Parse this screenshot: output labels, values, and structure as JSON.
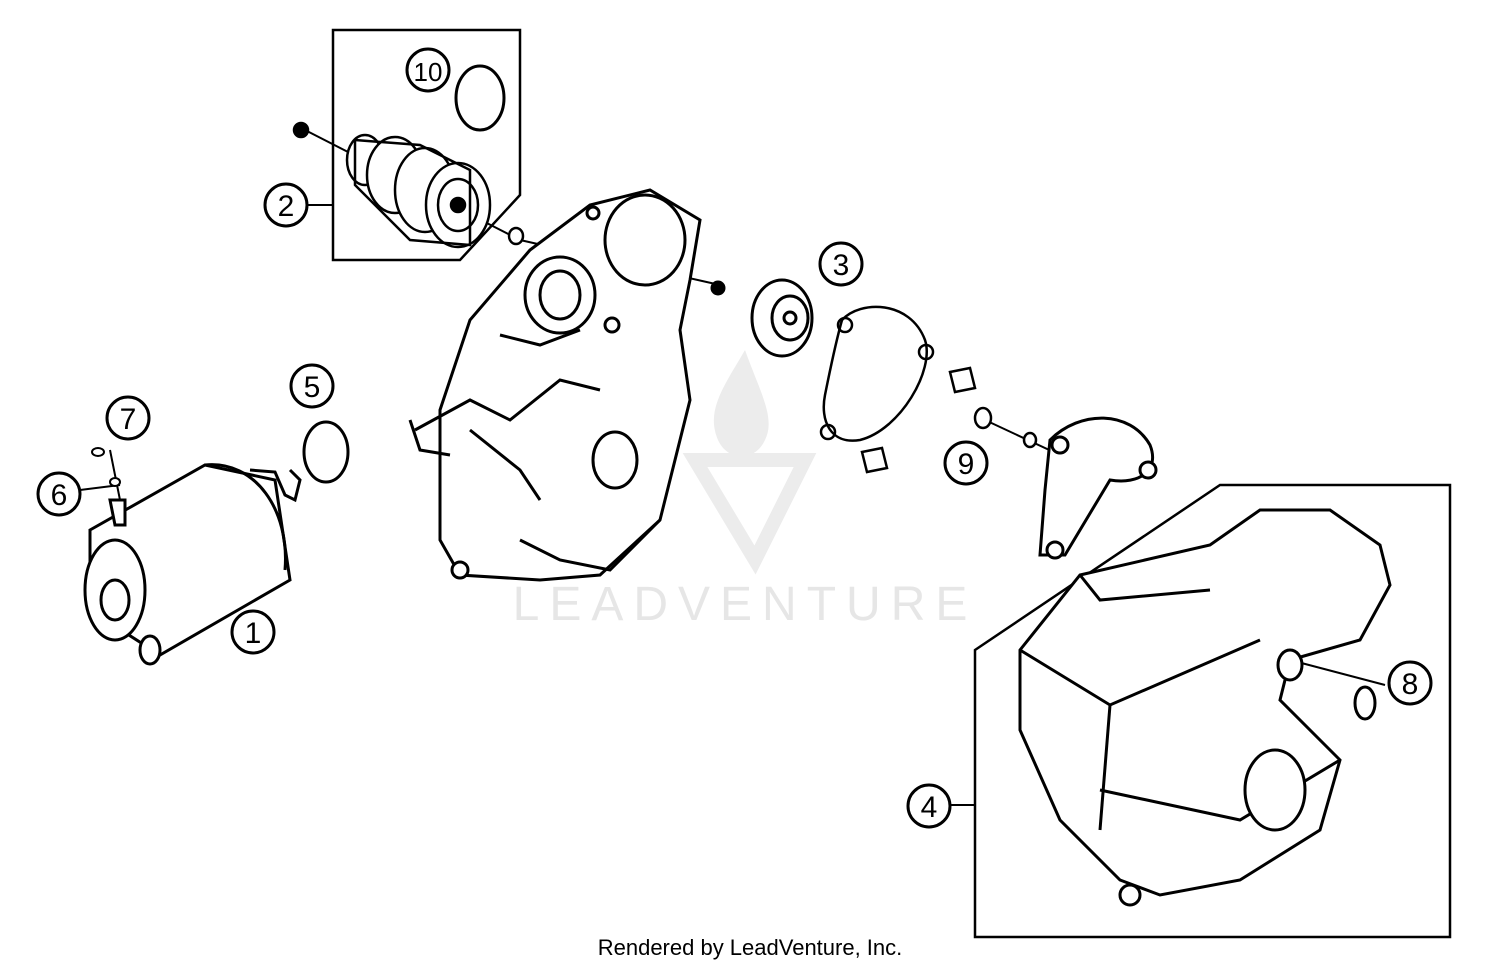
{
  "diagram": {
    "callouts": {
      "c1": "1",
      "c2": "2",
      "c3": "3",
      "c4": "4",
      "c5": "5",
      "c6": "6",
      "c7": "7",
      "c8": "8",
      "c9": "9",
      "c10": "10"
    }
  },
  "watermark": {
    "text": "LEADVENTURE",
    "icon": "flame-v-logo-icon"
  },
  "footer": {
    "credit": "Rendered by LeadVenture, Inc."
  }
}
